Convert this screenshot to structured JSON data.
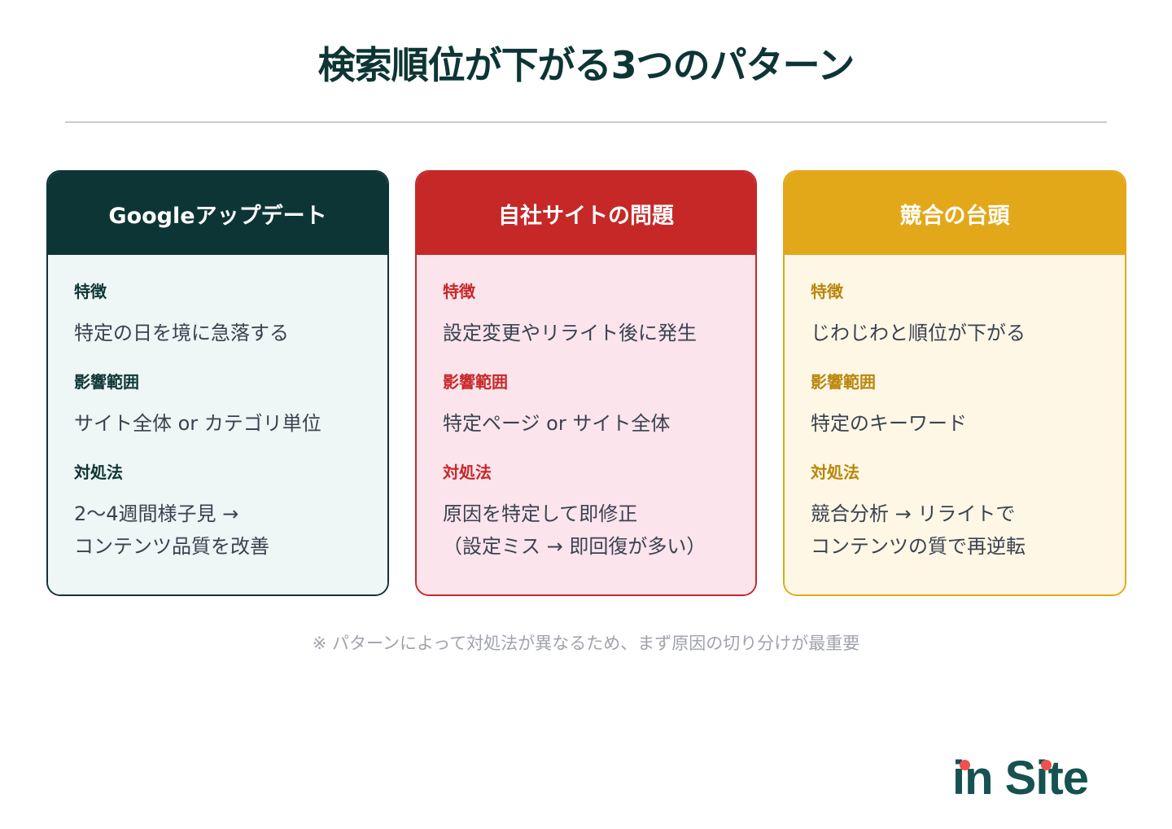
{
  "header": {
    "title": "検索順位が下がる3つのパターン"
  },
  "cards": [
    {
      "title": "Googleアップデート",
      "color": "#0e3535",
      "background": "#eef7f6",
      "sections": [
        {
          "label": "特徴",
          "value": "特定の日を境に急落する"
        },
        {
          "label": "影響範囲",
          "value": "サイト全体 or カテゴリ単位"
        },
        {
          "label": "対処法",
          "value": "2〜4週間様子見 →\nコンテンツ品質を改善"
        }
      ]
    },
    {
      "title": "自社サイトの問題",
      "color": "#c62828",
      "background": "#fce4ec",
      "sections": [
        {
          "label": "特徴",
          "value": "設定変更やリライト後に発生"
        },
        {
          "label": "影響範囲",
          "value": "特定ページ or サイト全体"
        },
        {
          "label": "対処法",
          "value": "原因を特定して即修正\n（設定ミス → 即回復が多い）"
        }
      ]
    },
    {
      "title": "競合の台頭",
      "color": "#e3a81a",
      "background": "#fff7e5",
      "sections": [
        {
          "label": "特徴",
          "value": "じわじわと順位が下がる"
        },
        {
          "label": "影響範囲",
          "value": "特定のキーワード"
        },
        {
          "label": "対処法",
          "value": "競合分析 → リライトで\nコンテンツの質で再逆転"
        }
      ]
    }
  ],
  "footnote": "※ パターンによって対処法が異なるため、まず原因の切り分けが最重要",
  "logo": {
    "part1": "in",
    "part2": "Site",
    "text_color": "#155251",
    "dot_color": "#f05050"
  }
}
